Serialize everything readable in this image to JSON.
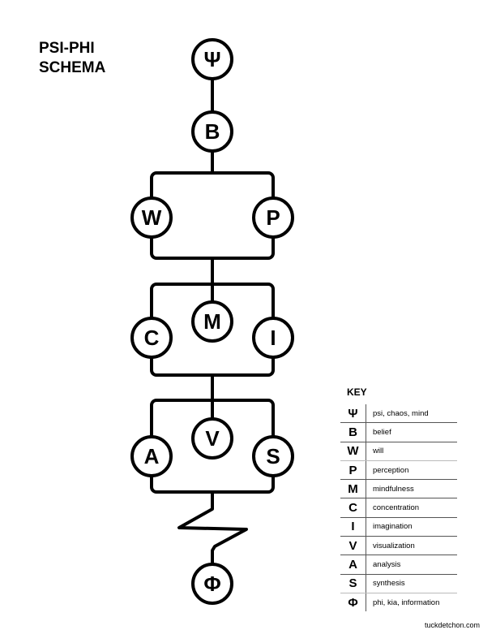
{
  "title": [
    "PSI-PHI",
    "SCHEMA"
  ],
  "nodes": {
    "psi": "Ψ",
    "b": "B",
    "w": "W",
    "p": "P",
    "m": "M",
    "c": "C",
    "i": "I",
    "v": "V",
    "a": "A",
    "s": "S",
    "phi": "Φ"
  },
  "key": {
    "title": "KEY",
    "items": [
      {
        "symbol": "Ψ",
        "meaning": "psi, chaos, mind"
      },
      {
        "symbol": "B",
        "meaning": "belief"
      },
      {
        "symbol": "W",
        "meaning": "will"
      },
      {
        "symbol": "P",
        "meaning": "perception"
      },
      {
        "symbol": "M",
        "meaning": "mindfulness"
      },
      {
        "symbol": "C",
        "meaning": "concentration"
      },
      {
        "symbol": "I",
        "meaning": "imagination"
      },
      {
        "symbol": "V",
        "meaning": "visualization"
      },
      {
        "symbol": "A",
        "meaning": "analysis"
      },
      {
        "symbol": "S",
        "meaning": "synthesis"
      },
      {
        "symbol": "Φ",
        "meaning": "phi, kia, information"
      }
    ]
  },
  "footer": "tuckdetchon.com"
}
